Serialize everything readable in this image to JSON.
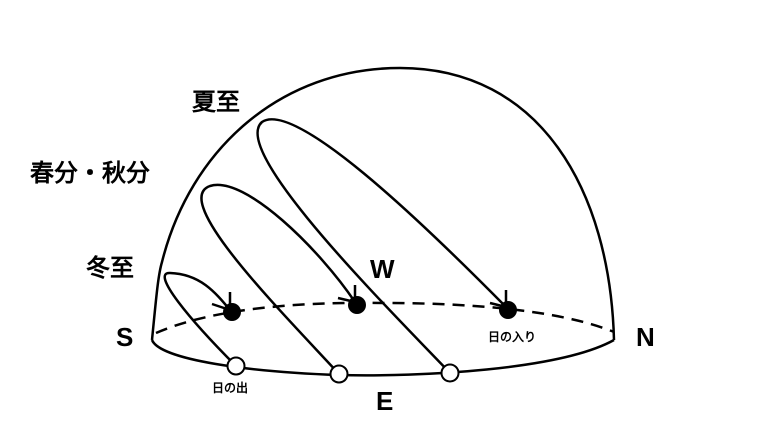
{
  "labels": {
    "summer_solstice": "夏至",
    "equinox": "春分・秋分",
    "winter_solstice": "冬至",
    "west": "W",
    "south": "S",
    "north": "N",
    "east": "E",
    "sunrise": "日の出",
    "sunset": "日の入り"
  }
}
